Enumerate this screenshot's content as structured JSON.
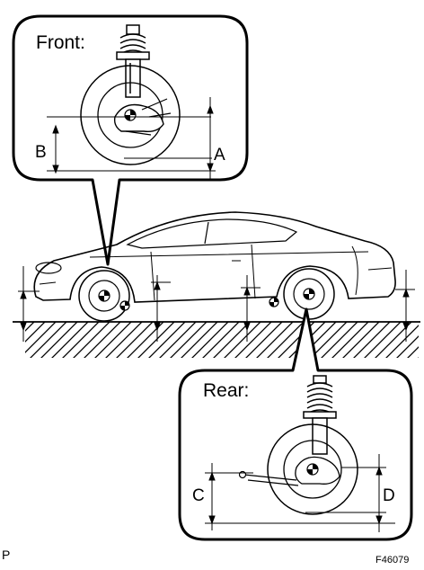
{
  "front_callout": {
    "title": "Front:",
    "dim_left": "B",
    "dim_right": "A"
  },
  "rear_callout": {
    "title": "Rear:",
    "dim_left": "C",
    "dim_right": "D"
  },
  "corner_mark": "P",
  "figure_id": "F46079"
}
